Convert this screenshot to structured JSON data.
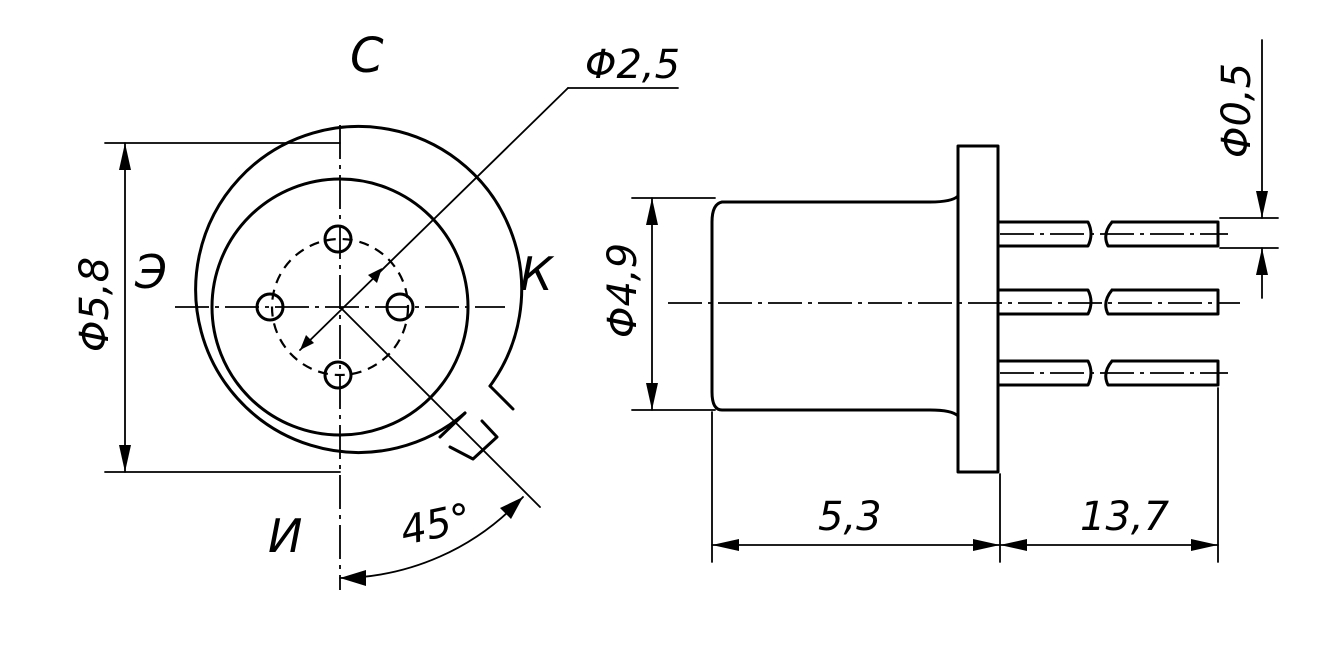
{
  "labels": {
    "collector": "С",
    "emitter": "Э",
    "base": "К",
    "source": "И",
    "dia_pin_circle": "Φ2,5",
    "dia_flange": "Φ5,8",
    "dia_body": "Φ4,9",
    "dia_lead": "Φ0,5",
    "angle": "45°",
    "len_body": "5,3",
    "len_leads": "13,7"
  },
  "colors": {
    "ink": "#000000",
    "paper": "#ffffff"
  }
}
